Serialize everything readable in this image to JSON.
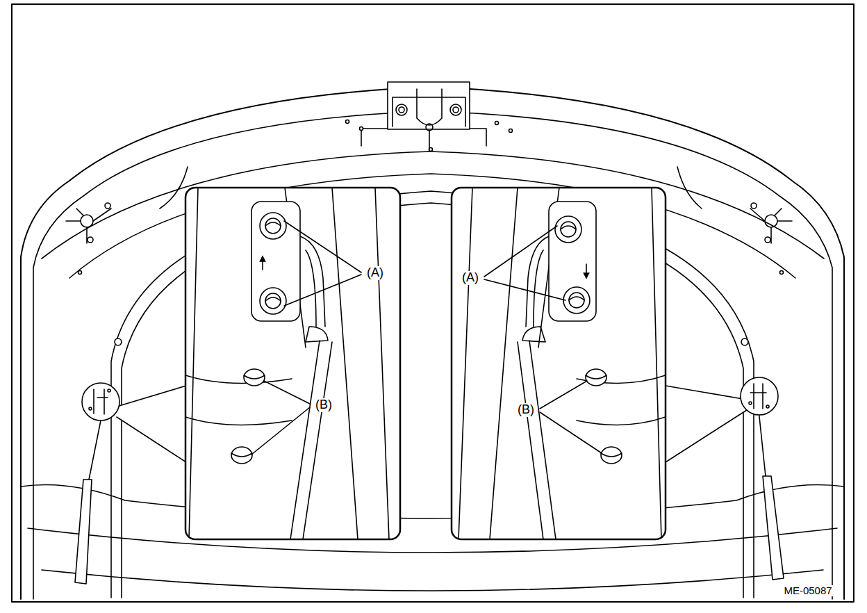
{
  "diagram": {
    "labels": [
      "(A)",
      "(A)",
      "(B)",
      "(B)",
      "ME-05087"
    ]
  }
}
